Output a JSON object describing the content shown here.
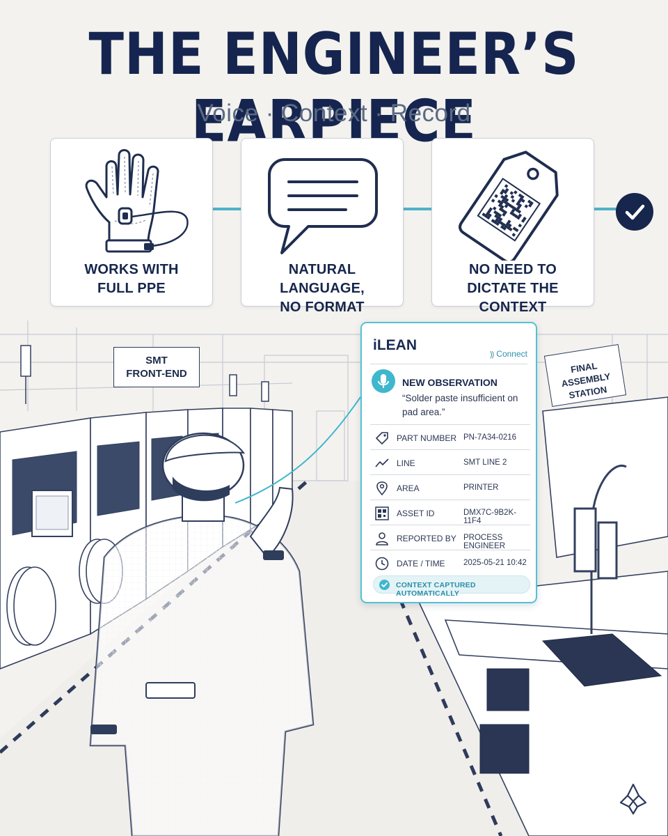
{
  "title": "THE ENGINEER’S EARPIECE",
  "subtitle": "Voice · Context · Record",
  "features": [
    {
      "label": "WORKS WITH\nFULL PPE",
      "icon": "gloved-hand-icon"
    },
    {
      "label": "NATURAL LANGUAGE,\nNO FORMAT",
      "icon": "speech-bubble-icon"
    },
    {
      "label": "NO NEED TO\nDICTATE THE CONTEXT",
      "icon": "qr-tag-icon"
    }
  ],
  "completion_icon": "check-circle-icon",
  "signs": {
    "smt": "SMT\nFRONT-END",
    "final": "FINAL ASSEMBLY\nSTATION"
  },
  "ilean": {
    "brand": "iLEAN",
    "connect": "Connect",
    "observation": {
      "title": "NEW OBSERVATION",
      "quote": "“Solder paste insufficient on pad area.”"
    },
    "fields": [
      {
        "icon": "tag-icon",
        "label": "PART NUMBER",
        "value": "PN-7A34-0216"
      },
      {
        "icon": "trend-line-icon",
        "label": "LINE",
        "value": "SMT LINE 2"
      },
      {
        "icon": "location-pin-icon",
        "label": "AREA",
        "value": "PRINTER"
      },
      {
        "icon": "qr-code-icon",
        "label": "ASSET ID",
        "value": "DMX7C-9B2K-11F4"
      },
      {
        "icon": "person-icon",
        "label": "REPORTED BY",
        "value": "PROCESS ENGINEER"
      },
      {
        "icon": "clock-icon",
        "label": "DATE / TIME",
        "value": "2025-05-21 10:42"
      }
    ],
    "context_status": "CONTEXT CAPTURED AUTOMATICALLY"
  },
  "colors": {
    "navy": "#16264c",
    "accent_teal": "#3fb7cd",
    "background": "#f4f2ee"
  }
}
